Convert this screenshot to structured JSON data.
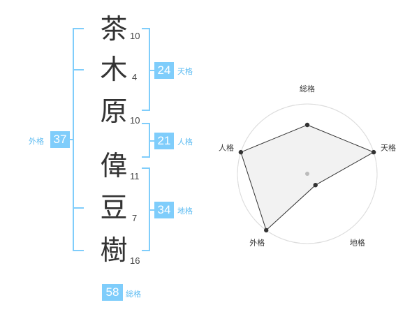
{
  "name": {
    "characters": [
      {
        "char": "茶",
        "strokes": "10"
      },
      {
        "char": "木",
        "strokes": "4"
      },
      {
        "char": "原",
        "strokes": "10"
      },
      {
        "char": "偉",
        "strokes": "11"
      },
      {
        "char": "豆",
        "strokes": "7"
      },
      {
        "char": "樹",
        "strokes": "16"
      }
    ]
  },
  "kakusu": {
    "tenkaku": {
      "value": "24",
      "label": "天格"
    },
    "jinkaku": {
      "value": "21",
      "label": "人格"
    },
    "chikaku": {
      "value": "34",
      "label": "地格"
    },
    "gaikaku": {
      "value": "37",
      "label": "外格"
    },
    "soukaku": {
      "value": "58",
      "label": "総格"
    }
  },
  "colors": {
    "accent": "#7fcdfb",
    "label_text": "#5ebcf2",
    "polygon_fill": "#f0f0f0",
    "polygon_stroke": "#333333"
  },
  "chart_data": {
    "type": "radar",
    "axes": [
      "総格",
      "天格",
      "地格",
      "外格",
      "人格"
    ],
    "values": [
      0.7,
      1.0,
      0.2,
      1.0,
      1.0
    ],
    "rings": 4
  }
}
